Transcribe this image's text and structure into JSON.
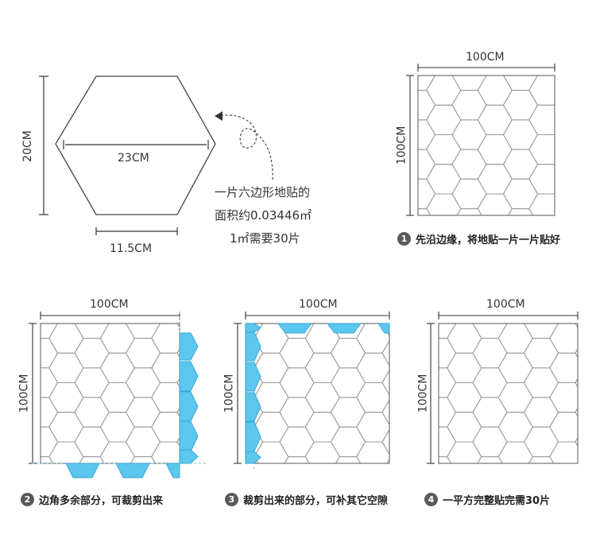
{
  "hexagon": {
    "height_label": "20CM",
    "width_label": "23CM",
    "side_label": "11.5CM"
  },
  "note": {
    "line1": "一片六边形地贴的",
    "line2": "面积约0.03446㎡",
    "line3": "1㎡需要30片"
  },
  "panels": [
    {
      "top_label": "100CM",
      "side_label": "100CM",
      "step_number": "1",
      "caption": "先沿边缘，将地贴一片一片贴好"
    },
    {
      "top_label": "100CM",
      "side_label": "100CM",
      "step_number": "2",
      "caption": "边角多余部分，可裁剪出来"
    },
    {
      "top_label": "100CM",
      "side_label": "100CM",
      "step_number": "3",
      "caption": "裁剪出来的部分，可补其它空隙"
    },
    {
      "top_label": "100CM",
      "side_label": "100CM",
      "step_number": "4",
      "caption": "一平方完整贴完需30片"
    }
  ],
  "colors": {
    "tile_cut": "#5bc6ee",
    "line": "#555555",
    "grid_line": "#9a9a9a",
    "guide": "#7fbcd0"
  }
}
